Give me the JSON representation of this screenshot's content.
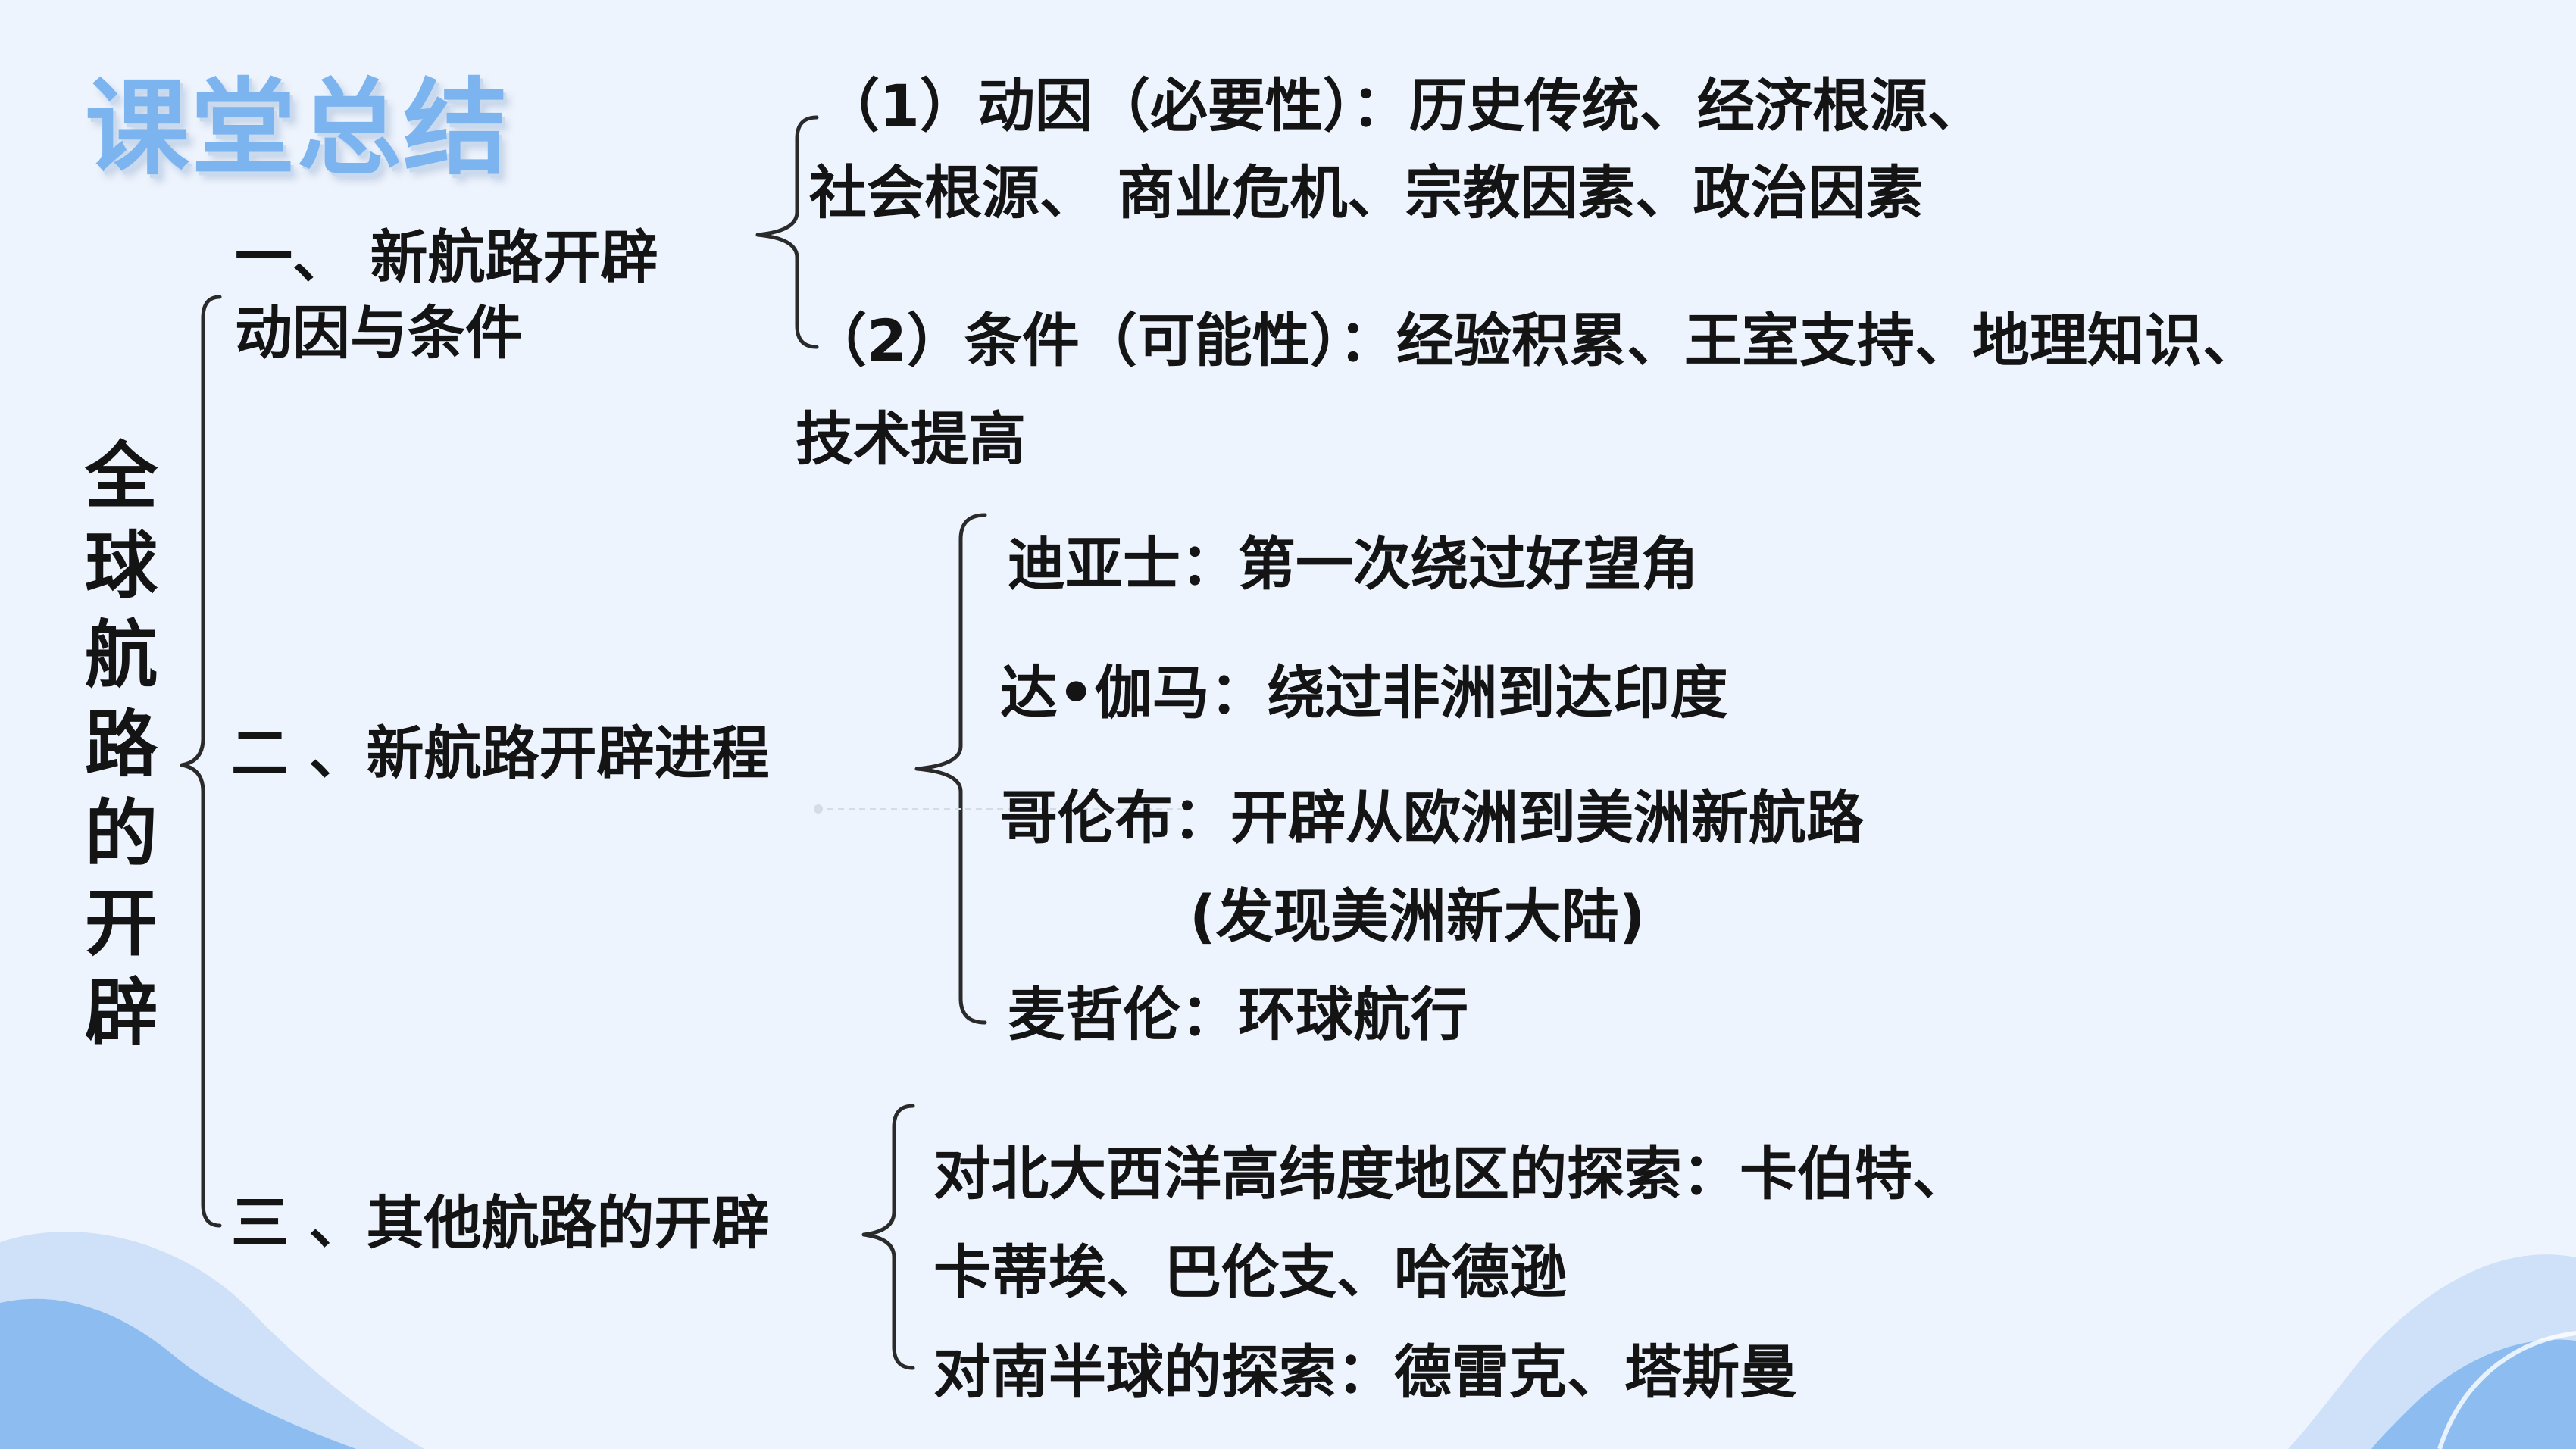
{
  "title": "课堂总结",
  "main_topic": "全球航路的开辟",
  "sections": [
    {
      "heading_line1": "一、 新航路开辟",
      "heading_line2": "动因与条件",
      "items": [
        {
          "line1": "（1）动因（必要性）：历史传统、经济根源、",
          "line2": "社会根源、 商业危机、宗教因素、政治因素"
        },
        {
          "line1": "（2）条件（可能性）：经验积累、王室支持、地理知识、",
          "line2": "技术提高"
        }
      ]
    },
    {
      "heading": "二 、新航路开辟进程",
      "items": [
        {
          "text": "迪亚士：第一次绕过好望角"
        },
        {
          "text": "达•伽马：绕过非洲到达印度"
        },
        {
          "text": "哥伦布：开辟从欧洲到美洲新航路",
          "note": "(发现美洲新大陆)"
        },
        {
          "text": "麦哲伦：环球航行"
        }
      ]
    },
    {
      "heading": "三 、其他航路的开辟",
      "items": [
        {
          "line1": "对北大西洋高纬度地区的探索：卡伯特、",
          "line2": "卡蒂埃、巴伦支、哈德逊"
        },
        {
          "text": "对南半球的探索：德雷克、塔斯曼"
        }
      ]
    }
  ],
  "colors": {
    "background": "#eef4fd",
    "title": "#7cb4f0",
    "text": "#141414",
    "wave_dark": "#8dbcf0",
    "wave_light": "#cfe1f8"
  }
}
